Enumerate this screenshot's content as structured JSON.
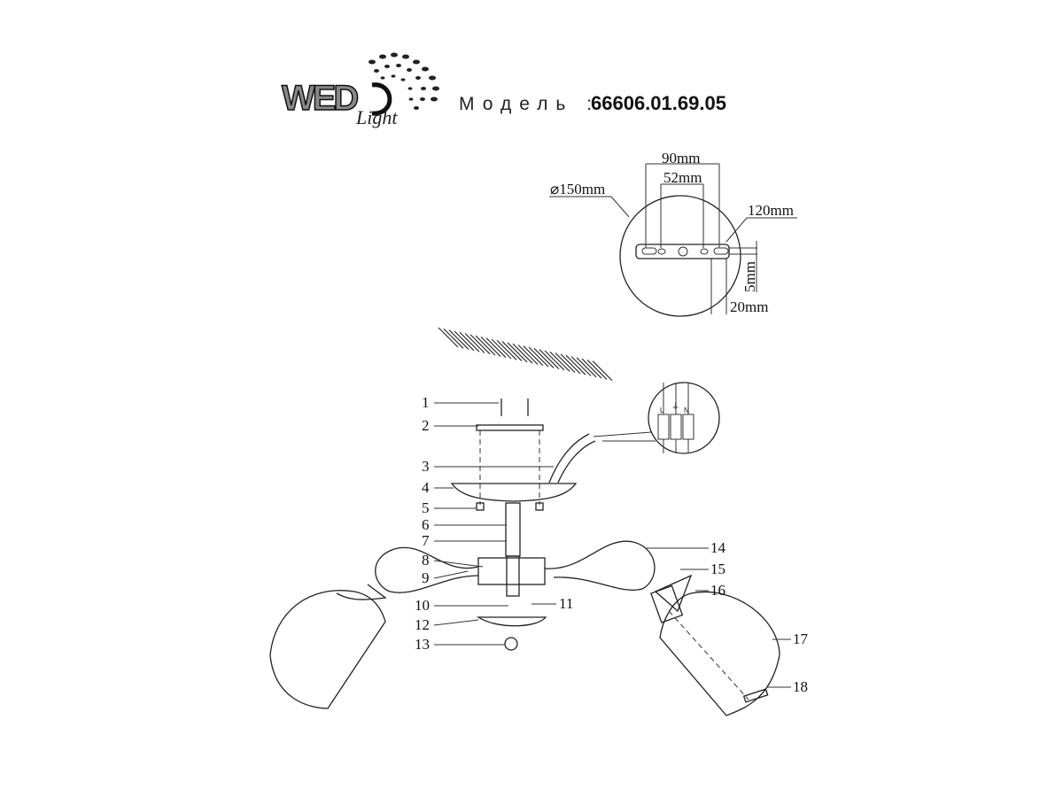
{
  "header": {
    "logo_text": "WEDO Light",
    "model_label": "Модель :",
    "model_number": "66606.01.69.05"
  },
  "mount_detail": {
    "diameter": "⌀150mm",
    "hole_span_outer": "90mm",
    "hole_span_inner": "52mm",
    "bracket_length": "120mm",
    "bracket_thickness": "5mm",
    "bracket_width": "20mm"
  },
  "terminal_block": {
    "live": "L",
    "earth": "⏚",
    "neutral": "N"
  },
  "part_labels": {
    "left": [
      "1",
      "2",
      "3",
      "4",
      "5",
      "6",
      "7",
      "8",
      "9",
      "10",
      "12",
      "13"
    ],
    "p11": "11",
    "right": [
      "14",
      "15",
      "16",
      "17",
      "18"
    ]
  }
}
